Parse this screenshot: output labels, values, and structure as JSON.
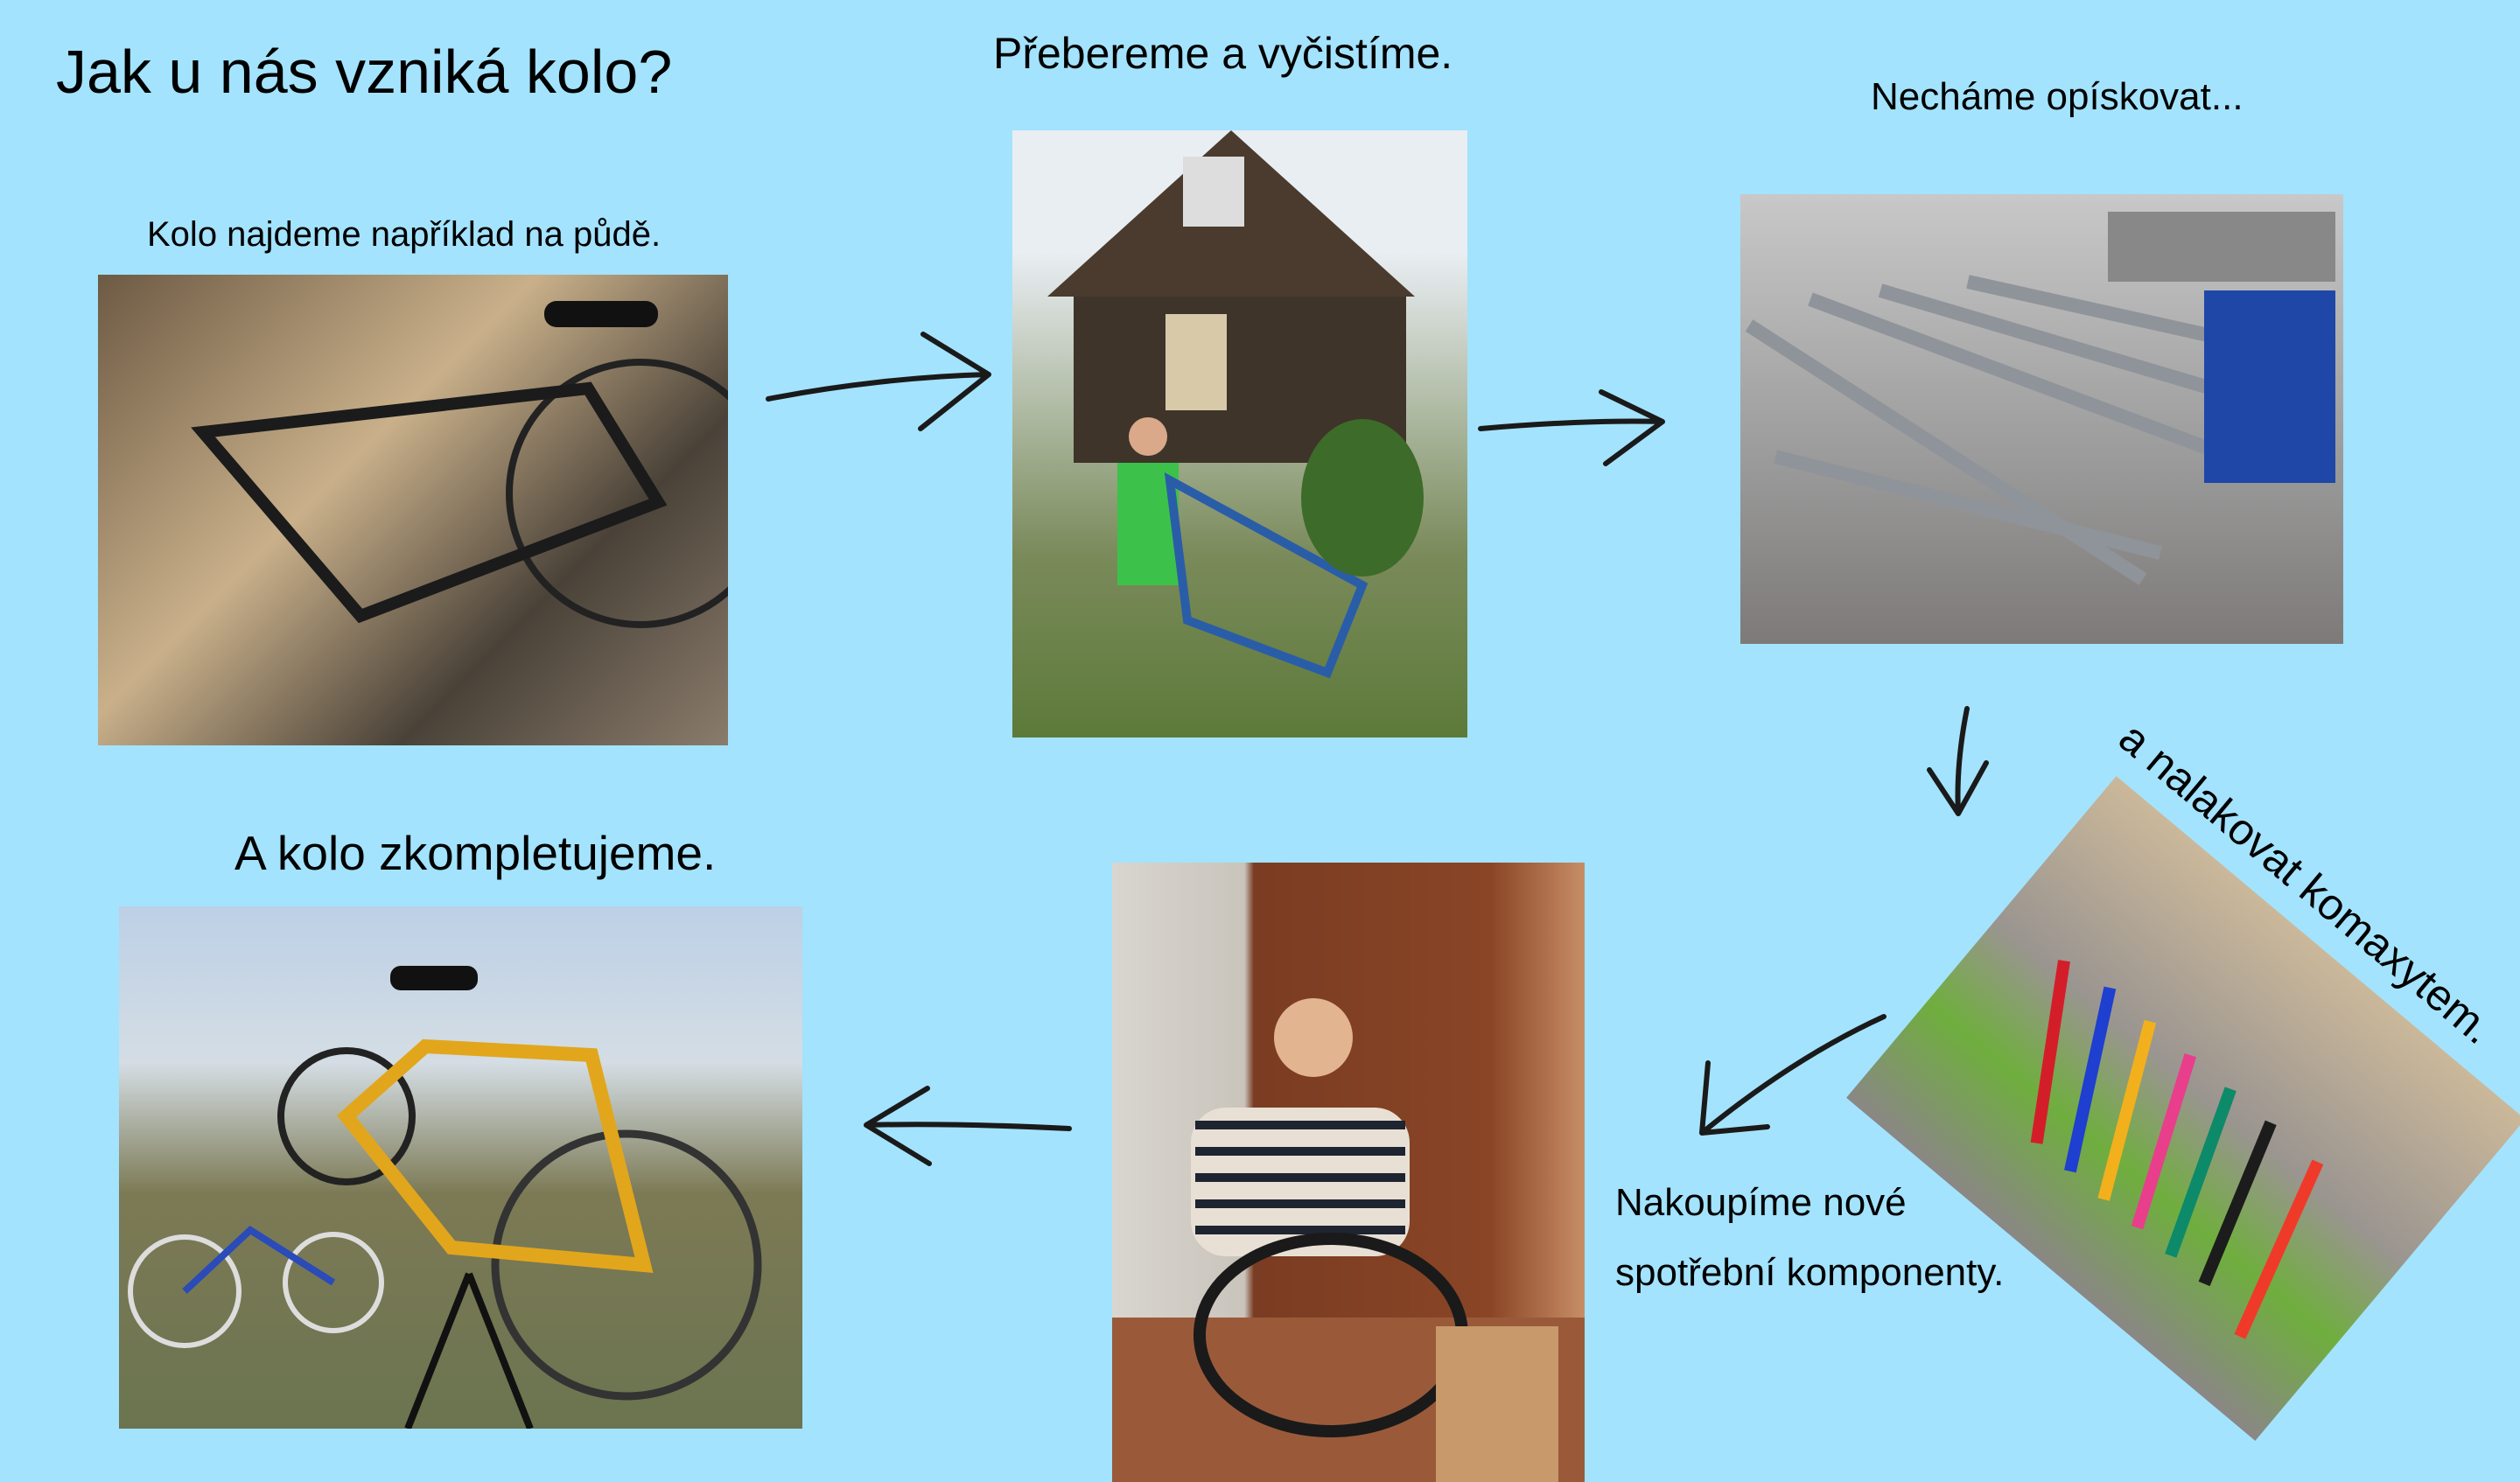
{
  "title": "Jak u nás vzniká kolo?",
  "steps": [
    {
      "caption": "Kolo najdeme například na půdě."
    },
    {
      "caption": "Přebereme a vyčistíme."
    },
    {
      "caption": "Necháme opískovat..."
    },
    {
      "caption": "a nalakovat komaxytem."
    },
    {
      "caption_line1": "Nakoupíme nové",
      "caption_line2": "spotřební komponenty."
    },
    {
      "caption": "A kolo zkompletujeme."
    }
  ],
  "colors": {
    "background": "#a3e3fe",
    "text": "#000000"
  }
}
